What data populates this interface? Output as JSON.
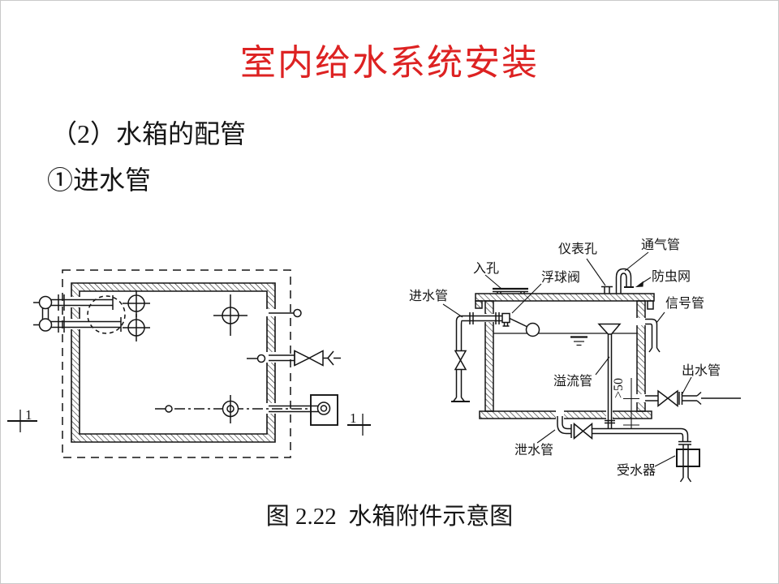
{
  "slide": {
    "title": "室内给水系统安装",
    "subtitle_line1": "（2）水箱的配管",
    "subtitle_line2": "①进水管",
    "caption": "图 2.22  水箱附件示意图"
  },
  "colors": {
    "title_red": "#dd2222",
    "line_ink": "#141414",
    "background": "#ffffff"
  },
  "plan_view": {
    "section_marker_left": "1",
    "section_marker_right": "1"
  },
  "section_view_labels": {
    "inlet_pipe": "进水管",
    "manhole": "入孔",
    "float_valve": "浮球阀",
    "gauge_hole": "仪表孔",
    "vent_pipe": "通气管",
    "insect_screen": "防虫网",
    "signal_pipe": "信号管",
    "overflow_pipe": "溢流管",
    "outlet_pipe": "出水管",
    "drain_pipe": "泄水管",
    "water_receiver": "受水器",
    "clearance_dimension": ">50"
  }
}
